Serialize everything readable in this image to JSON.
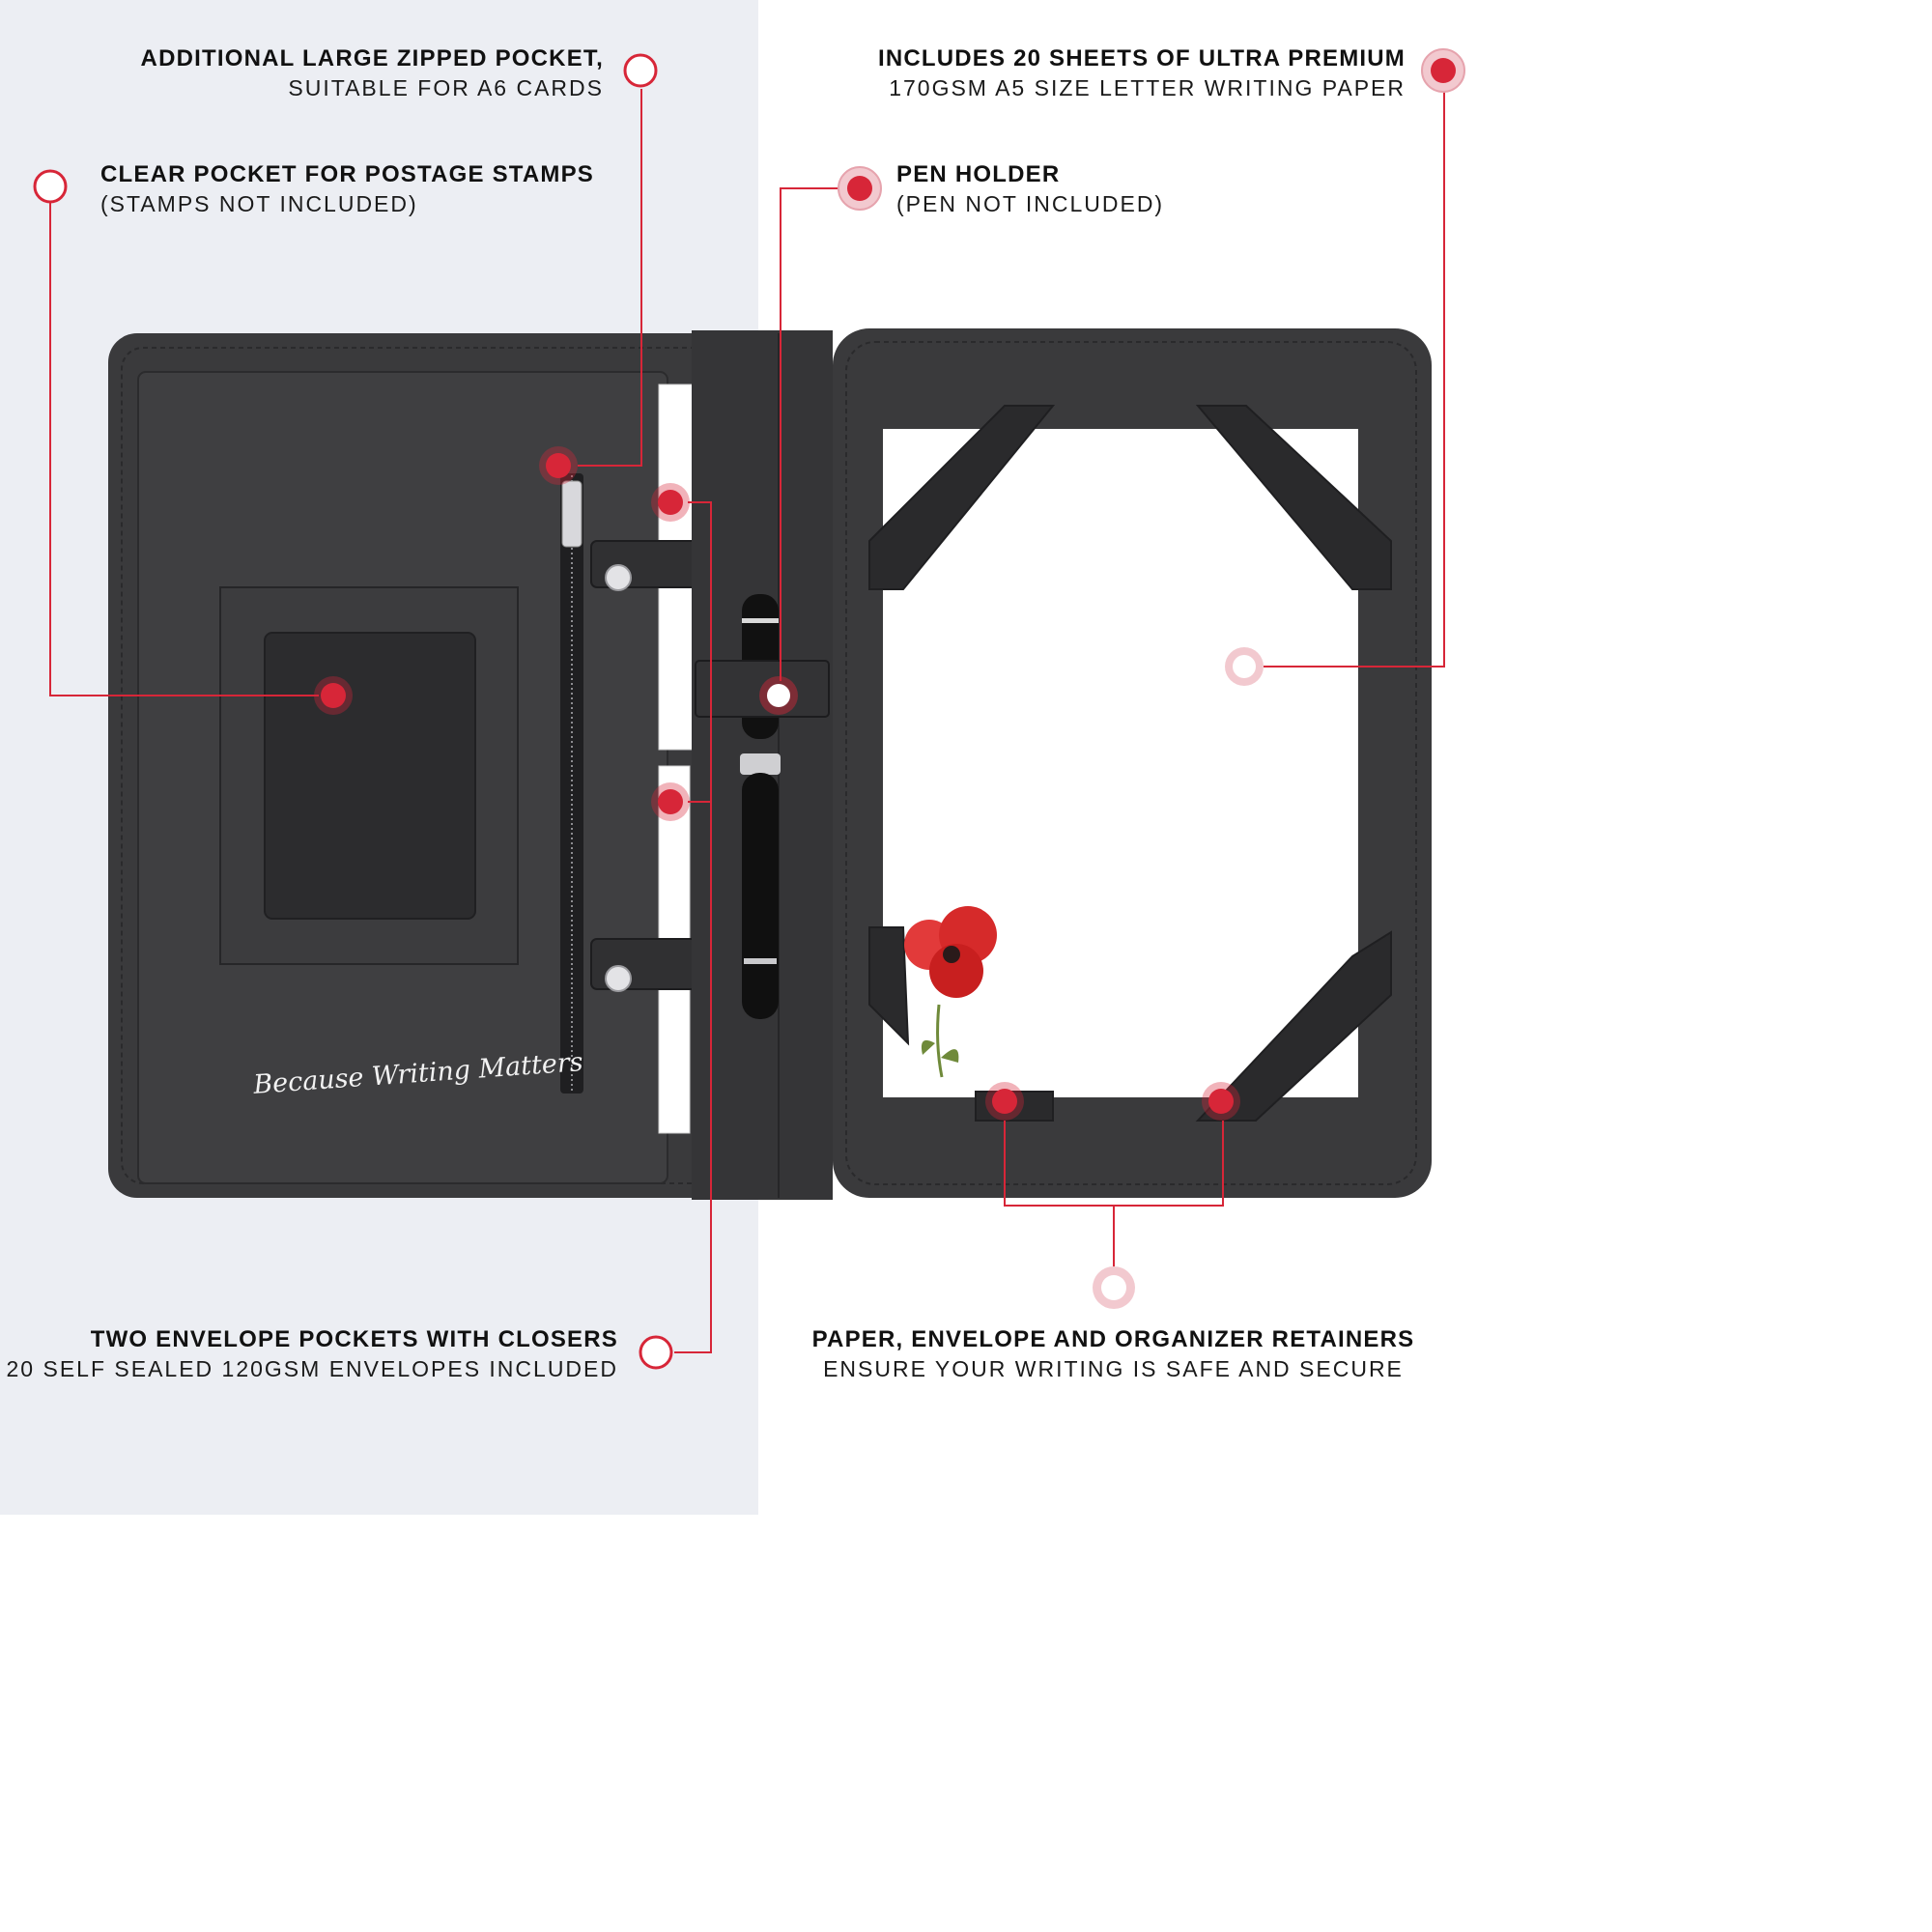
{
  "callouts": {
    "zipped_pocket": {
      "title": "ADDITIONAL LARGE ZIPPED POCKET,",
      "subtitle": "SUITABLE FOR A6 CARDS"
    },
    "stamp_pocket": {
      "title": "CLEAR POCKET FOR POSTAGE STAMPS",
      "subtitle": "(STAMPS NOT INCLUDED)"
    },
    "paper": {
      "title": "INCLUDES 20 SHEETS OF ULTRA PREMIUM",
      "subtitle": "170GSM A5 SIZE LETTER WRITING PAPER"
    },
    "pen_holder": {
      "title": "PEN HOLDER",
      "subtitle": "(PEN NOT INCLUDED)"
    },
    "envelope_pockets": {
      "title": "TWO ENVELOPE POCKETS WITH CLOSERS",
      "subtitle": "20 SELF SEALED 120GSM ENVELOPES INCLUDED"
    },
    "retainers": {
      "title": "PAPER, ENVELOPE AND ORGANIZER RETAINERS",
      "subtitle": "ENSURE YOUR WRITING IS SAFE AND SECURE"
    }
  },
  "embossed_text": "Because Writing Matters",
  "colors": {
    "accent": "#d72638",
    "folio": "#3b3b3d",
    "background_left": "#eceef3",
    "background_right": "#ffffff"
  }
}
